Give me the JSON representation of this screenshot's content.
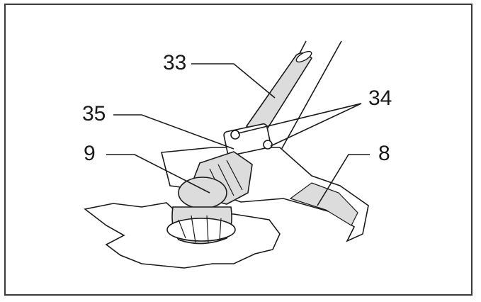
{
  "callouts": {
    "c33": "33",
    "c34": "34",
    "c35": "35",
    "c9": "9",
    "c8": "8"
  },
  "colors": {
    "ink": "#1a1a1a",
    "shade": "#dcdcdc",
    "frame": "#3a3a3a"
  },
  "icons": {
    "drawing": "trimmer-head-guard-illustration"
  }
}
